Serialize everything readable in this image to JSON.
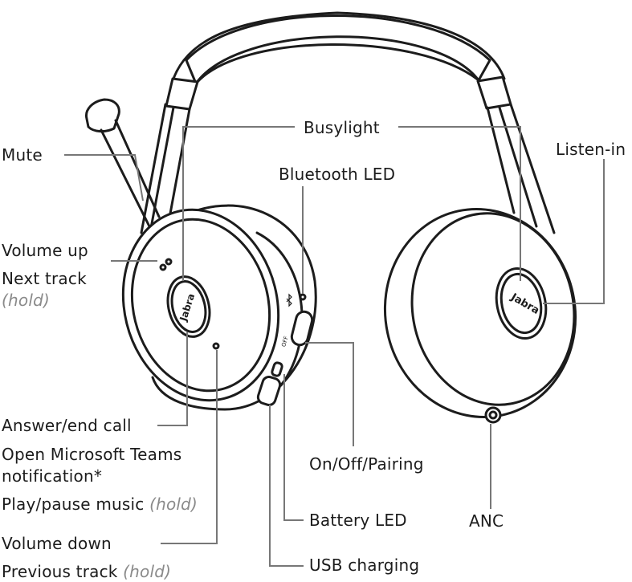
{
  "brand": "Jabra",
  "switch_marks": {
    "off": "OFF"
  },
  "labels": {
    "busylight": "Busylight",
    "listen_in": "Listen-in",
    "mute": "Mute",
    "bluetooth_led": "Bluetooth LED",
    "volume_up": "Volume up",
    "next_track": "Next track",
    "hold": "(hold)",
    "answer_end_call": "Answer/end call",
    "open_teams_line1": "Open Microsoft Teams",
    "open_teams_line2": "notification*",
    "play_pause": "Play/pause music",
    "volume_down": "Volume down",
    "previous_track": "Previous track",
    "on_off_pairing": "On/Off/Pairing",
    "battery_led": "Battery LED",
    "usb_charging": "USB charging",
    "anc": "ANC"
  }
}
